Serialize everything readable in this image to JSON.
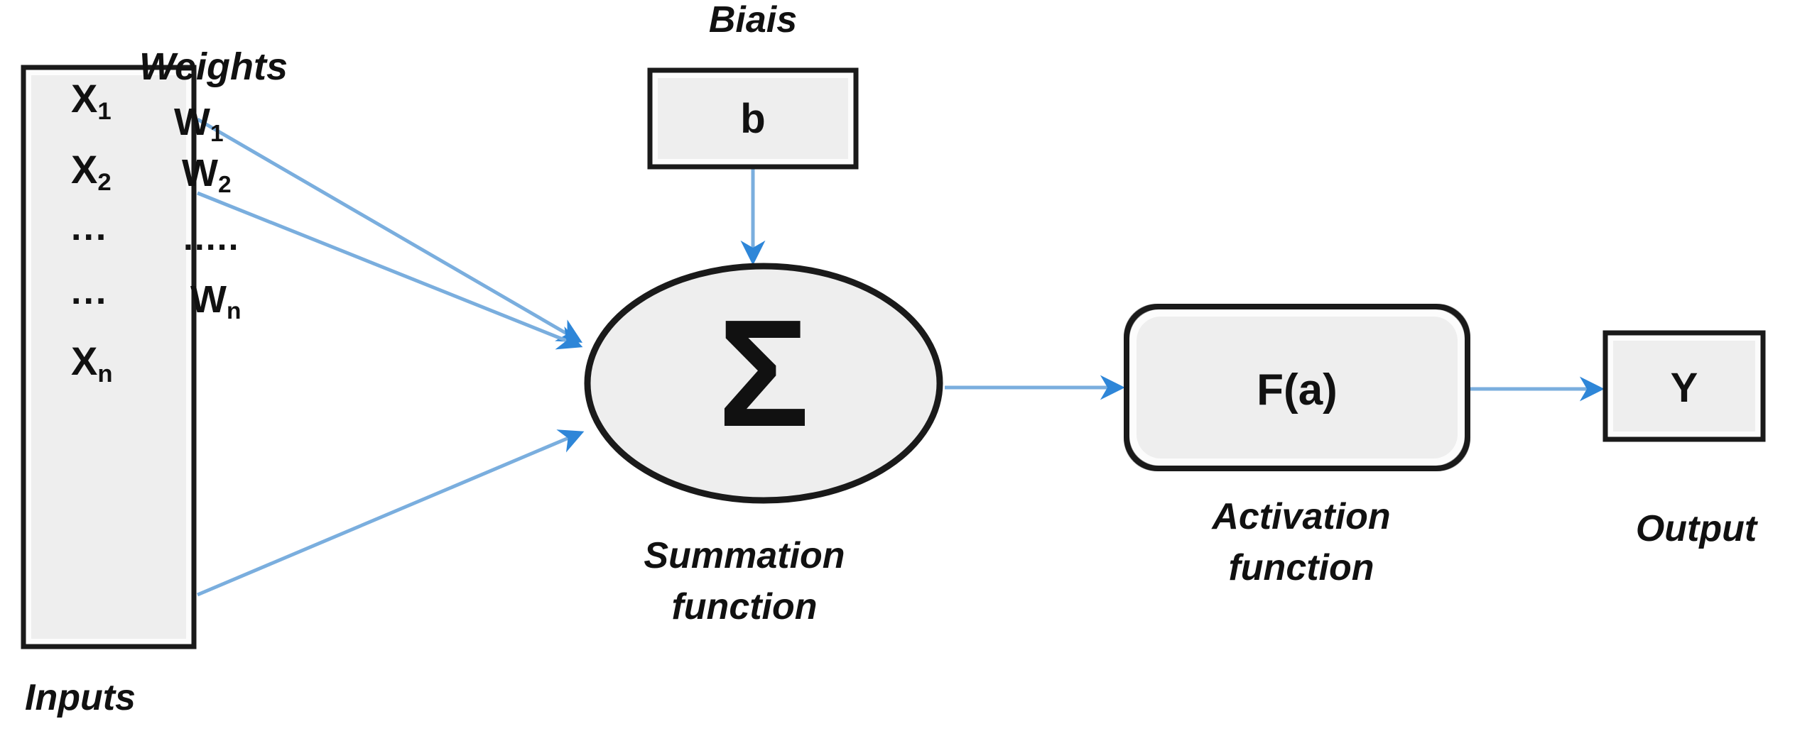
{
  "title": "Artificial neuron (perceptron) schematic",
  "colors": {
    "node_fill": "#eeeeee",
    "node_border": "#1a1a1a",
    "edge": "#7aaede",
    "arrow_head": "#2e86d8",
    "background": "#ffffff",
    "text": "#111111"
  },
  "inputs": {
    "group_label": "Inputs",
    "items": [
      {
        "base": "X",
        "subscript": "1",
        "text": "X₁"
      },
      {
        "base": "X",
        "subscript": "2",
        "text": "X₂"
      },
      {
        "base": "",
        "subscript": "",
        "text": "..."
      },
      {
        "base": "",
        "subscript": "",
        "text": "..."
      },
      {
        "base": "X",
        "subscript": "n",
        "text": "Xₙ"
      }
    ]
  },
  "weights": {
    "group_label": "Weights",
    "items": [
      {
        "base": "W",
        "subscript": "1",
        "text": "W₁"
      },
      {
        "base": "W",
        "subscript": "2",
        "text": "W₂"
      },
      {
        "base": "",
        "subscript": "",
        "text": "....."
      },
      {
        "base": "W",
        "subscript": "n",
        "text": "Wₙ"
      }
    ]
  },
  "bias": {
    "label": "Biais",
    "box_text": "b"
  },
  "summation": {
    "symbol": "Σ",
    "label_line1": "Summation",
    "label_line2": "function"
  },
  "activation": {
    "box_text": "F(a)",
    "label_line1": "Activation",
    "label_line2": "function"
  },
  "output": {
    "box_text": "Y",
    "label": "Output"
  },
  "chart_data": {
    "type": "diagram",
    "title": "Artificial neuron (perceptron) schematic",
    "nodes": [
      {
        "id": "inputs",
        "shape": "rect",
        "label": "X₁, X₂, ..., ..., Xₙ",
        "caption": "Inputs"
      },
      {
        "id": "bias",
        "shape": "rect",
        "label": "b",
        "caption": "Biais"
      },
      {
        "id": "summation",
        "shape": "ellipse",
        "label": "Σ",
        "caption": "Summation function"
      },
      {
        "id": "activation",
        "shape": "rounded-rect",
        "label": "F(a)",
        "caption": "Activation function"
      },
      {
        "id": "output",
        "shape": "rect",
        "label": "Y",
        "caption": "Output"
      }
    ],
    "edges": [
      {
        "from": "X₁",
        "to": "summation",
        "label": "W₁"
      },
      {
        "from": "X₂",
        "to": "summation",
        "label": "W₂"
      },
      {
        "from": "⋯",
        "to": "summation",
        "label": "....."
      },
      {
        "from": "Xₙ",
        "to": "summation",
        "label": "Wₙ"
      },
      {
        "from": "bias",
        "to": "summation",
        "label": ""
      },
      {
        "from": "summation",
        "to": "activation",
        "label": ""
      },
      {
        "from": "activation",
        "to": "output",
        "label": ""
      }
    ]
  }
}
